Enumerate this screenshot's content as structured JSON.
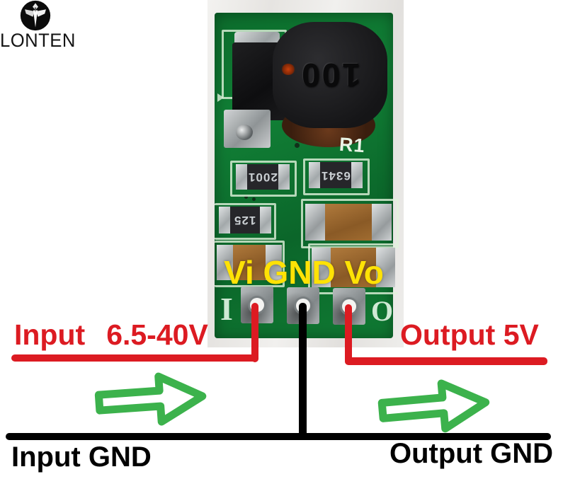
{
  "brand": {
    "name": "LONTEN"
  },
  "photo": {
    "inductor_marking": "100",
    "silkscreen": {
      "r1": "R1",
      "pin_in": "I",
      "pin_out": "O"
    },
    "resistors": [
      "2001",
      "6341",
      "125"
    ],
    "pin_overlay": "Vi GND Vo"
  },
  "annotations": {
    "input_label": "Input",
    "input_range": "6.5-40V",
    "output_label": "Output 5V",
    "input_gnd_label": "Input GND",
    "output_gnd_label": "Output GND"
  },
  "colors": {
    "annotation_red": "#dc1b22",
    "arrow_green": "#3cb24c",
    "pcb_green": "#107a33",
    "overlay_yellow": "#ffe205",
    "gnd_black": "#000000"
  }
}
